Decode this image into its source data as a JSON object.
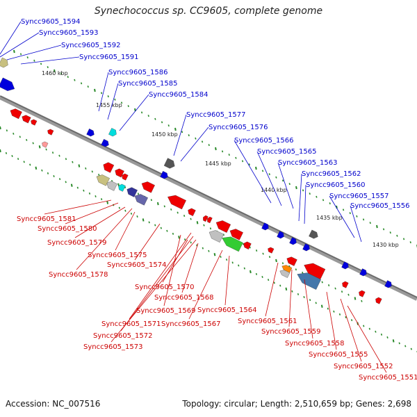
{
  "title": "Synechococcus sp. CC9605, complete genome",
  "footer": {
    "accession": "Accession: NC_007516",
    "topology": "Topology: circular; Length: 2,510,659 bp; Genes: 2,698"
  },
  "colors": {
    "backbone": "#777777",
    "forward_label": "#0000cc",
    "reverse_label": "#cc0000",
    "tick": "#2a8a2a"
  },
  "ticks": [
    {
      "label": "1460 kbp"
    },
    {
      "label": "1455 kbp"
    },
    {
      "label": "1450 kbp"
    },
    {
      "label": "1445 kbp"
    },
    {
      "label": "1440 kbp"
    },
    {
      "label": "1435 kbp"
    },
    {
      "label": "1430 kbp"
    }
  ],
  "forward_labels": [
    "Syncc9605_1594",
    "Syncc9605_1593",
    "Syncc9605_1592",
    "Syncc9605_1591",
    "Syncc9605_1586",
    "Syncc9605_1585",
    "Syncc9605_1584",
    "Syncc9605_1577",
    "Syncc9605_1576",
    "Syncc9605_1566",
    "Syncc9605_1565",
    "Syncc9605_1563",
    "Syncc9605_1562",
    "Syncc9605_1560",
    "Syncc9605_1557",
    "Syncc9605_1556"
  ],
  "reverse_labels": [
    "Syncc9605_1581",
    "Syncc9605_1580",
    "Syncc9605_1579",
    "Syncc9605_1575",
    "Syncc9605_1574",
    "Syncc9605_1578",
    "Syncc9605_1570",
    "Syncc9605_1568",
    "Syncc9605_1569",
    "Syncc9605_1564",
    "Syncc9605_1567",
    "Syncc9605_1571",
    "Syncc9605_1572",
    "Syncc9605_1573",
    "Syncc9605_1561",
    "Syncc9605_1559",
    "Syncc9605_1558",
    "Syncc9605_1555",
    "Syncc9605_1552",
    "Syncc9605_1551"
  ]
}
